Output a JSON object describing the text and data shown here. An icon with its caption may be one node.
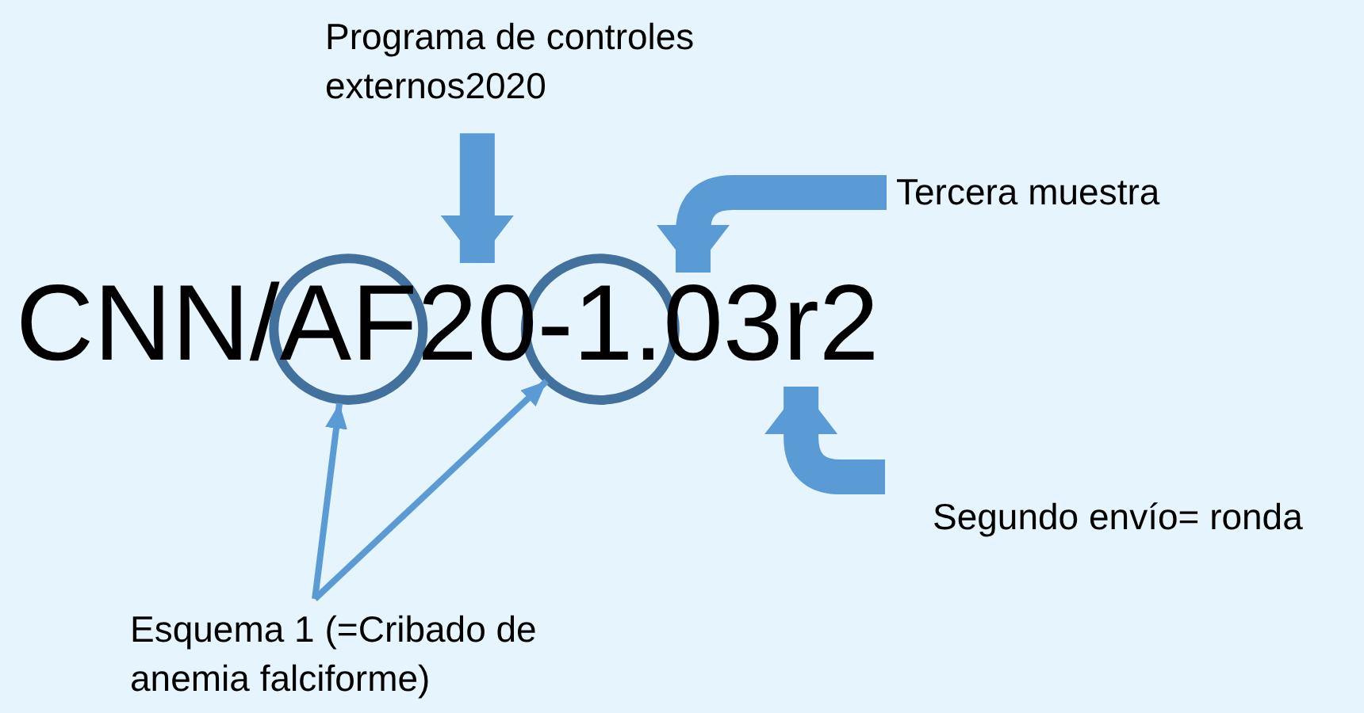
{
  "diagram": {
    "nodes": [
      {
        "text": [
          "Programa de controles externos2020"
        ]
      },
      {
        "text": [
          "Tercera muestra"
        ]
      },
      {
        "text": [
          "CNN/AF20-1.03r2"
        ]
      },
      {
        "text": [],
        "shape": "circle"
      },
      {
        "text": [],
        "shape": "circle"
      },
      {
        "text": [
          "Segundo envío= ronda"
        ]
      },
      {
        "text": [
          "Esquema 1 (=Cribado de anemia falciforme)"
        ]
      }
    ],
    "edges": [
      {
        "from": 0,
        "to": 2,
        "arrow": "to"
      },
      {
        "from": 1,
        "to": 2,
        "arrow": "to"
      },
      {
        "from": 5,
        "to": 2,
        "arrow": "to"
      },
      {
        "from": 6,
        "to": 3,
        "arrow": "to"
      },
      {
        "from": 6,
        "to": 4,
        "arrow": "to"
      }
    ]
  }
}
